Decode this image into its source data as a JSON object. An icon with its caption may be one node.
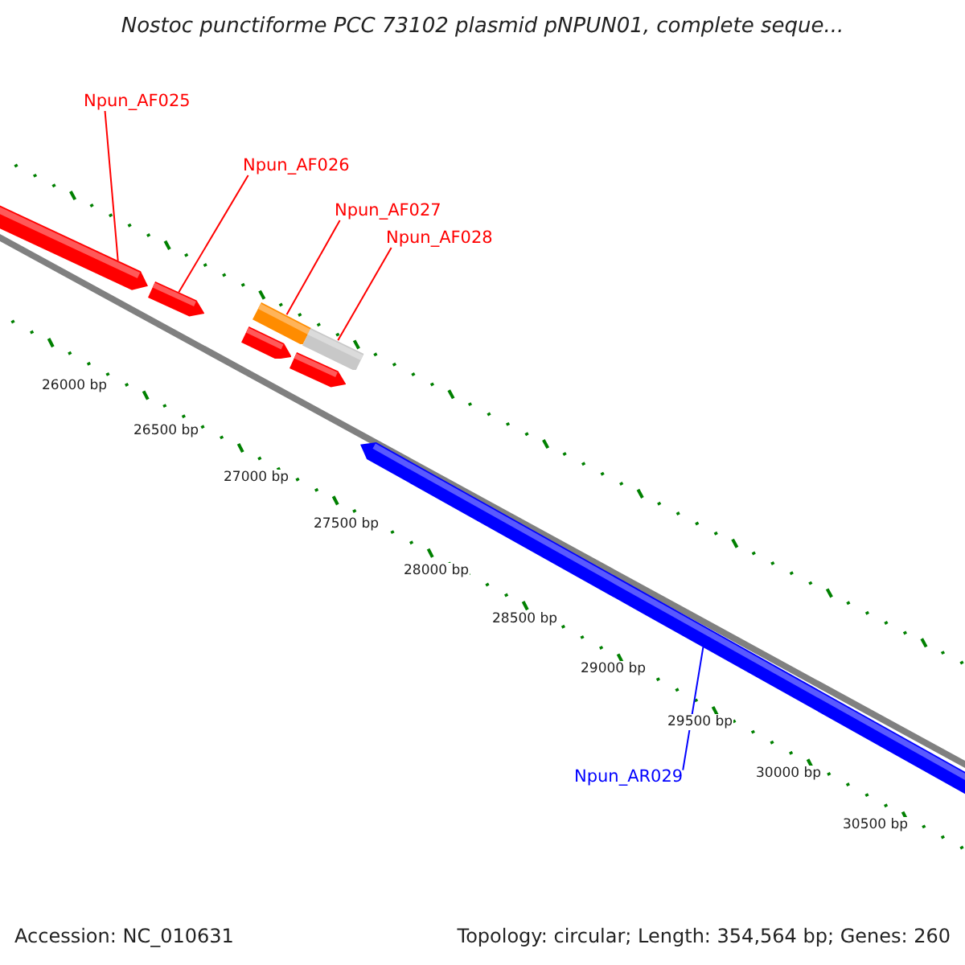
{
  "diagram": {
    "title": "Nostoc punctiforme PCC 73102 plasmid pNPUN01, complete seque...",
    "nodes": [
      {
        "text": [
          "Npun_AF025"
        ]
      },
      {
        "text": [
          "Npun_AF026"
        ]
      },
      {
        "text": [
          "Npun_AF027"
        ]
      },
      {
        "text": [
          "Npun_AF028"
        ]
      },
      {
        "text": [
          "Npun_AR029"
        ]
      },
      {
        "text": [],
        "shape": "arrow"
      },
      {
        "text": [],
        "shape": "arrow"
      },
      {
        "text": [],
        "shape": "box"
      },
      {
        "text": [],
        "shape": "box"
      },
      {
        "text": [],
        "shape": "arrow"
      },
      {
        "text": [],
        "shape": "arrow"
      },
      {
        "text": [],
        "shape": "arrow"
      }
    ],
    "edges": [
      {
        "from": 0,
        "to": 5,
        "arrow": "none"
      },
      {
        "from": 1,
        "to": 6,
        "arrow": "none"
      },
      {
        "from": 2,
        "to": 7,
        "arrow": "none"
      },
      {
        "from": 3,
        "to": 8,
        "arrow": "none"
      },
      {
        "from": 4,
        "to": 11,
        "arrow": "none",
        "color": "#0000ff"
      }
    ],
    "labels": [
      "26000 bp",
      "26500 bp",
      "27000 bp",
      "27500 bp",
      "28000 bp",
      "28500 bp",
      "29000 bp",
      "29500 bp",
      "30000 bp",
      "30500 bp",
      "Accession: NC_010631",
      "Topology: circular; Length: 354,564 bp; Genes: 260"
    ]
  }
}
